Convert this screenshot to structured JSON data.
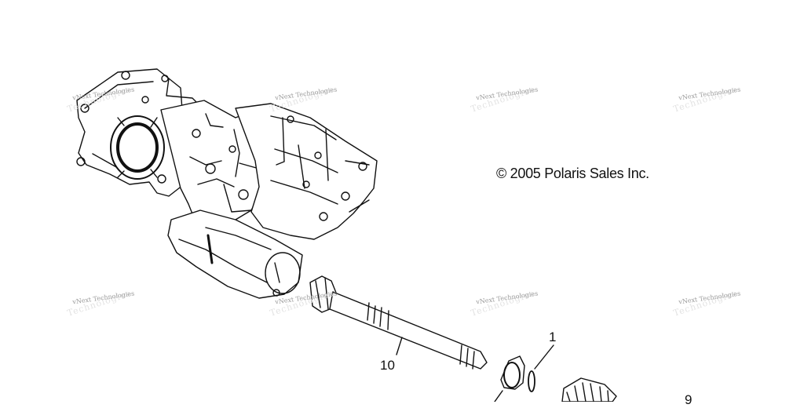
{
  "copyright": "© 2005 Polaris Sales Inc.",
  "watermark": {
    "text": "vNext Technologies",
    "ghost_text": "Technologies",
    "color": "#9a9a9a"
  },
  "callouts": {
    "part_1": "1",
    "part_10": "10",
    "part_9": "9"
  },
  "line_color": "#111111"
}
